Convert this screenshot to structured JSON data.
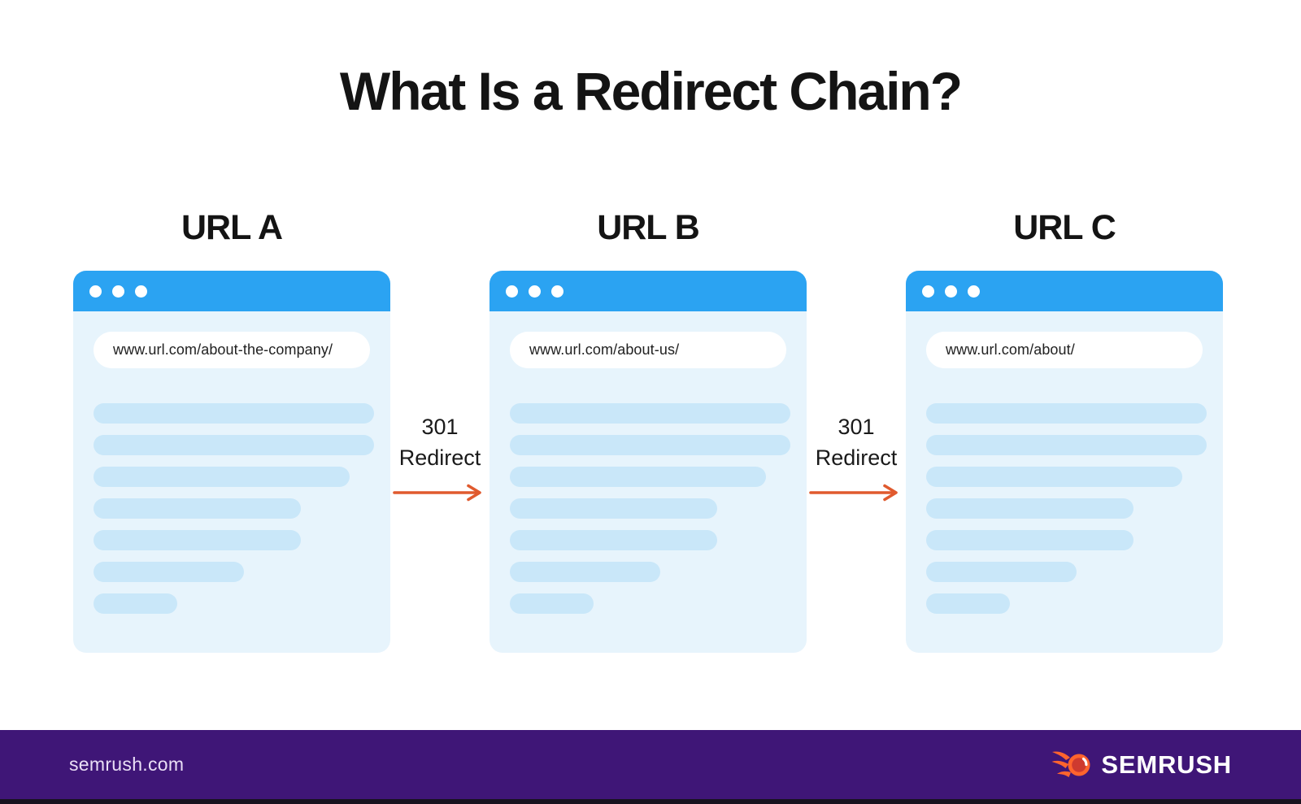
{
  "title": "What Is a Redirect Chain?",
  "windows": [
    {
      "label": "URL A",
      "url": "www.url.com/about-the-company/"
    },
    {
      "label": "URL B",
      "url": "www.url.com/about-us/"
    },
    {
      "label": "URL C",
      "url": "www.url.com/about/"
    }
  ],
  "redirects": [
    {
      "code": "301",
      "label": "Redirect"
    },
    {
      "code": "301",
      "label": "Redirect"
    }
  ],
  "footer": {
    "website": "semrush.com",
    "brand": "SEMRUSH"
  },
  "colors": {
    "browser_header_blue": "#2BA3F2",
    "window_body_blue": "#E7F4FC",
    "skeleton_line_blue": "#C9E7F9",
    "arrow_orange": "#E05A2E",
    "footer_purple": "#3F1677",
    "footer_bottom_strip": "#18131F",
    "brand_flame_orange": "#FF642D",
    "text_black": "#141414"
  },
  "icons": {
    "window_control_dots": "three-white-dots",
    "redirect_arrow": "right-arrow",
    "brand_logo": "semrush-flame-ball"
  }
}
